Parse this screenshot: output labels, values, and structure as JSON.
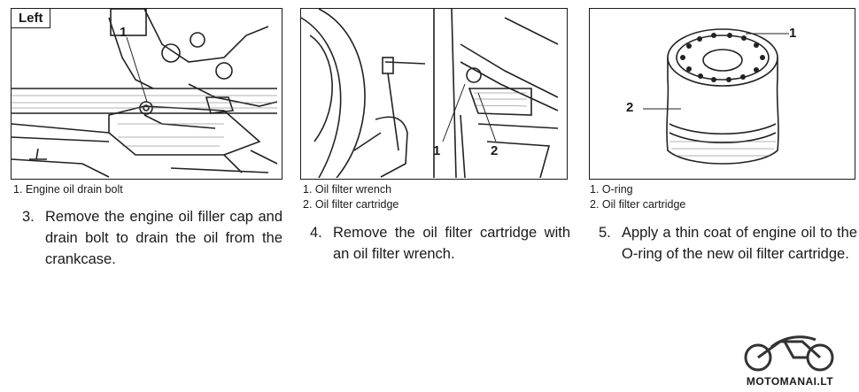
{
  "panels": [
    {
      "tag": "Left",
      "callouts": [
        "1"
      ],
      "legend": [
        "1. Engine oil drain bolt"
      ],
      "step_number": "3.",
      "step_text": "Remove the engine oil filler cap and drain bolt to drain the oil from the crankcase."
    },
    {
      "callouts": [
        "1",
        "2"
      ],
      "legend": [
        "1. Oil filter wrench",
        "2. Oil filter cartridge"
      ],
      "step_number": "4.",
      "step_text": "Remove the oil filter cartridge with an oil filter wrench."
    },
    {
      "callouts": [
        "1",
        "2"
      ],
      "legend": [
        "1. O-ring",
        "2. Oil filter cartridge"
      ],
      "step_number": "5.",
      "step_text": "Apply a thin coat of engine oil to the O-ring of the new oil filter cartridge."
    }
  ],
  "watermark": {
    "text": "MOTOMANAI.LT"
  }
}
